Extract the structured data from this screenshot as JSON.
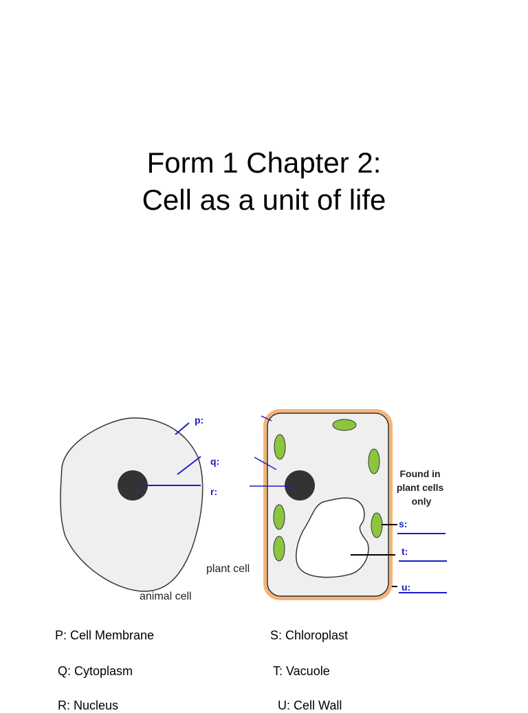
{
  "title": {
    "line1": "Form 1 Chapter 2:",
    "line2": "Cell as a unit of life"
  },
  "diagram": {
    "labels": {
      "p": "p:",
      "q": "q:",
      "r": "r:",
      "s": "s:",
      "t": "t:",
      "u": "u:"
    },
    "animal_caption": "animal cell",
    "plant_caption": "plant cell",
    "found_note": [
      "Found in",
      "plant cells",
      "only"
    ],
    "colors": {
      "label_blue": "#1a1acc",
      "cell_fill": "#efefef",
      "outline": "#333333",
      "cell_wall": "#f3b57a",
      "chloroplast": "#8cc63f",
      "nucleus": "#333333"
    }
  },
  "answers": {
    "p": "P: Cell Membrane",
    "q": "Q: Cytoplasm",
    "r": "R: Nucleus",
    "s": "S: Chloroplast",
    "t": "T: Vacuole",
    "u": "U: Cell Wall"
  }
}
